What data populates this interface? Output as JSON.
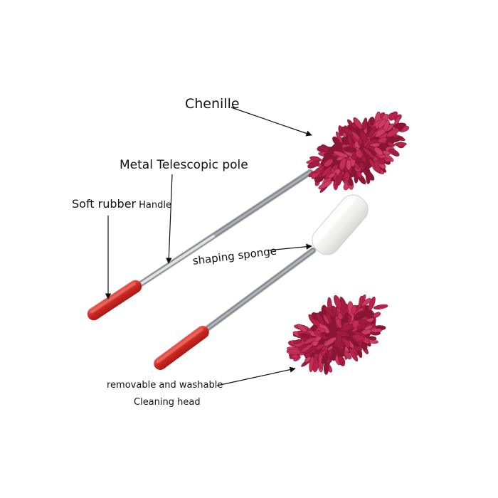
{
  "labels": {
    "chenille": "Chenille",
    "pole": "Metal  Telescopic pole",
    "handle_part1": "Soft rubber",
    "handle_part2": "Handle",
    "sponge": "shaping sponge",
    "removable": "removable and washable",
    "cleaning_head": "Cleaning head"
  },
  "colors": {
    "chenille": "#b8224a",
    "chenille_dark": "#8a1634",
    "handle": "#d4302e",
    "pole": "#c4c8cc",
    "sponge": "#f4f4f2",
    "arrow": "#111111"
  }
}
